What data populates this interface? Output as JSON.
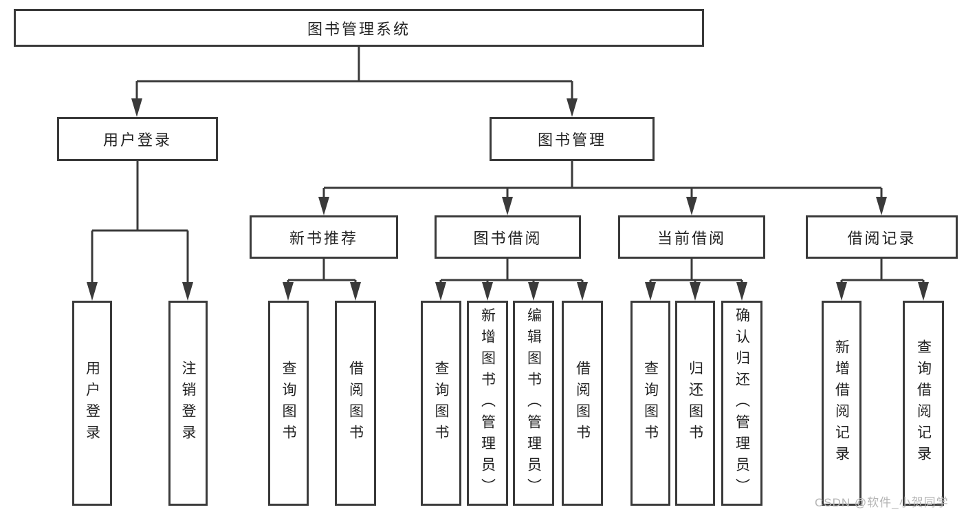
{
  "title": "图书管理系统",
  "level2": {
    "user_login": "用户登录",
    "book_mgmt": "图书管理"
  },
  "level3": {
    "new_books": "新书推荐",
    "book_borrow": "图书借阅",
    "current_borrow": "当前借阅",
    "borrow_records": "借阅记录"
  },
  "leaves": {
    "user_login": [
      "用户登录",
      "注销登录"
    ],
    "new_books": [
      "查询图书",
      "借阅图书"
    ],
    "book_borrow": [
      "查询图书",
      "新增图书（管理员）",
      "编辑图书（管理员）",
      "借阅图书"
    ],
    "current_borrow": [
      "查询图书",
      "归还图书",
      "确认归还（管理员）"
    ],
    "borrow_records": [
      "新增借阅记录",
      "查询借阅记录"
    ]
  },
  "watermark": "CSDN @软件_小贺同学",
  "colors": {
    "line": "#3a3a3a",
    "text": "#222222",
    "watermark": "#b4b4b4",
    "background": "#ffffff"
  }
}
